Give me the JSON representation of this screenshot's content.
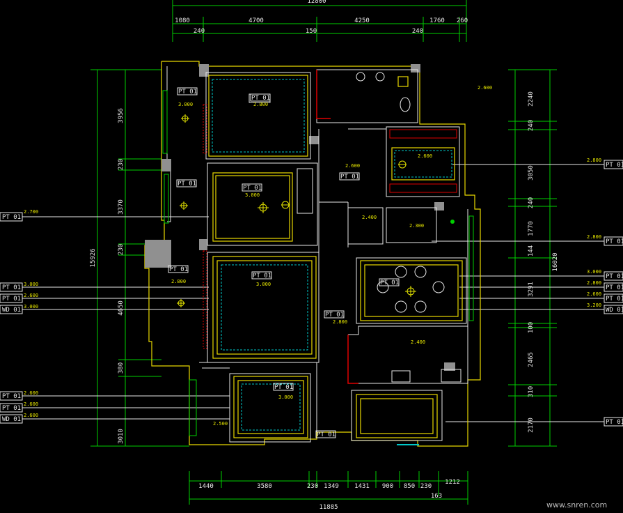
{
  "top_dims": {
    "overall": "12800",
    "row1": [
      "1080",
      "4700",
      "4250",
      "1760",
      "260"
    ],
    "row2": [
      "240",
      "150",
      "240"
    ]
  },
  "bottom_dims": {
    "row1": [
      "1440",
      "3580",
      "230",
      "1349",
      "1431",
      "900",
      "850",
      "230",
      "1212"
    ],
    "row2": [
      "163"
    ],
    "overall": "11885"
  },
  "left_dims": {
    "overall": "15926",
    "segments": [
      "3956",
      "230",
      "3370",
      "230",
      "4650",
      "380",
      "3010"
    ]
  },
  "right_dims": {
    "overall": "16020",
    "segments": [
      "2240",
      "240",
      "3050",
      "240",
      "1770",
      "144",
      "3291",
      "100",
      "2465",
      "310",
      "2170"
    ]
  },
  "ceiling_tags": [
    "PT 01",
    "PT 01",
    "PT 01",
    "PT 01",
    "PT 01",
    "PT 01",
    "PT 01",
    "PT 01",
    "PT 01",
    "PT 01",
    "PT 01"
  ],
  "side_tags_left": [
    "PT 01",
    "PT 01",
    "PT 01",
    "WD 01",
    "PT 01",
    "PT 01",
    "WD 01"
  ],
  "side_tags_right": [
    "PT 01",
    "PT 01",
    "PT 01",
    "PT 01",
    "PT 01",
    "WD 01",
    "PT 01"
  ],
  "levels": [
    "2.600",
    "2.800",
    "2.700",
    "3.000",
    "2.600",
    "3.000",
    "2.600",
    "2.600",
    "2.600",
    "2.800",
    "3.000",
    "2.500",
    "2.600",
    "2.600",
    "2.400",
    "3.000",
    "2.300",
    "2.400",
    "2.800",
    "3.000",
    "2.800",
    "2.600",
    "3.200",
    "2.800",
    "3.000",
    "2.800",
    "3.000"
  ],
  "watermark": "www.snren.com"
}
